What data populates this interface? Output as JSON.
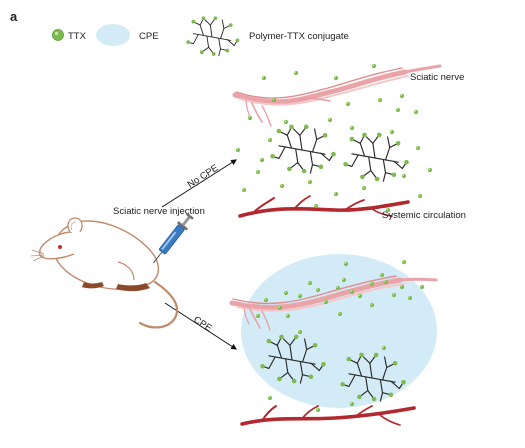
{
  "panel_label": "a",
  "legend": {
    "ttx": "TTX",
    "cpe": "CPE",
    "conjugate": "Polymer-TTX conjugate"
  },
  "labels": {
    "sciatic_nerve": "Sciatic nerve",
    "systemic_circulation": "Systemic circulation",
    "injection": "Sciatic nerve injection",
    "no_cpe": "No CPE",
    "cpe_arrow": "CPE"
  },
  "colors": {
    "ttx_dot": "#7dba4f",
    "cpe_fill": "#d3ebf6",
    "nerve": "#eaa3a7",
    "vessel": "#b3282e",
    "polymer": "#2b2b2b",
    "syringe": "#3a7ac2",
    "mouse_outline": "#c08b6b",
    "mouse_fill": "#ffffff",
    "paw": "#8a4a2a"
  }
}
